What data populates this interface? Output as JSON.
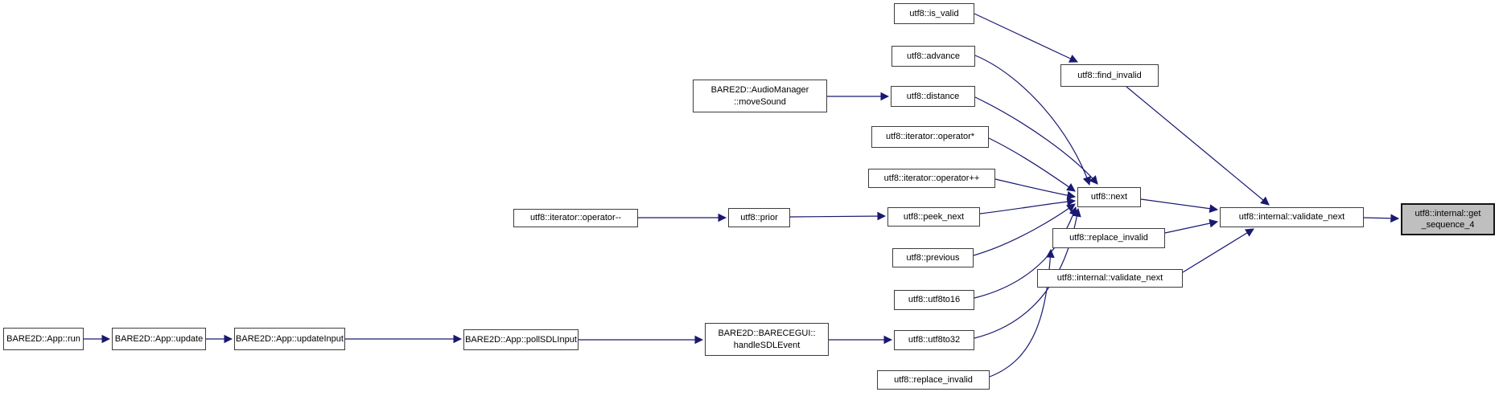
{
  "graph": {
    "kind": "caller-graph",
    "target_function": "utf8::internal::get_sequence_4",
    "colors": {
      "edge": "#191970",
      "node_border": "#3d3d3d",
      "node_fill": "#ffffff",
      "highlight_fill": "#bfbfbf",
      "highlight_border": "#141414",
      "text": "#000000"
    },
    "nodes": {
      "is_valid": {
        "label": "utf8::is_valid"
      },
      "advance": {
        "label": "utf8::advance"
      },
      "move_sound": {
        "label": "BARE2D::AudioManager\n::moveSound"
      },
      "distance": {
        "label": "utf8::distance"
      },
      "find_invalid": {
        "label": "utf8::find_invalid"
      },
      "op_star": {
        "label": "utf8::iterator::operator*"
      },
      "op_increment": {
        "label": "utf8::iterator::operator++"
      },
      "next": {
        "label": "utf8::next"
      },
      "op_decrement": {
        "label": "utf8::iterator::operator--"
      },
      "prior": {
        "label": "utf8::prior"
      },
      "peek_next": {
        "label": "utf8::peek_next"
      },
      "previous": {
        "label": "utf8::previous"
      },
      "utf8to16": {
        "label": "utf8::utf8to16"
      },
      "replace_invalid_4": {
        "label": "utf8::replace_invalid"
      },
      "validate_next_2": {
        "label": "utf8::internal::validate_next"
      },
      "validate_next": {
        "label": "utf8::internal::validate_next"
      },
      "get_sequence_4": {
        "label": "utf8::internal::get\n_sequence_4"
      },
      "app_run": {
        "label": "BARE2D::App::run"
      },
      "app_update": {
        "label": "BARE2D::App::update"
      },
      "app_update_input": {
        "label": "BARE2D::App::updateInput"
      },
      "poll_sdl_input": {
        "label": "BARE2D::App::pollSDLInput"
      },
      "handle_sdl_event": {
        "label": "BARE2D::BARECEGUI::\nhandleSDLEvent"
      },
      "utf8to32": {
        "label": "utf8::utf8to32"
      },
      "replace_invalid_3": {
        "label": "utf8::replace_invalid"
      }
    }
  }
}
